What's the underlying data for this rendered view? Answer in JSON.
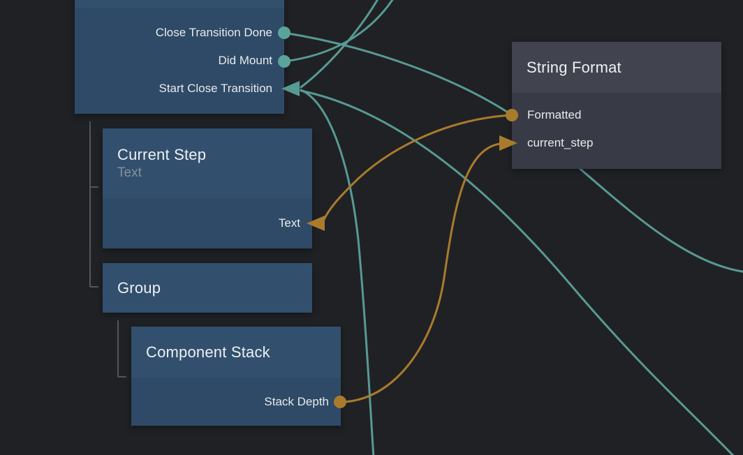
{
  "canvas": {
    "type": "node-graph-editor",
    "background": "#202125"
  },
  "palette": {
    "signal_wire_teal": "#579a93",
    "data_wire_orange": "#a97b2d",
    "node_header_blue": "#32506e",
    "node_body_blue": "#2e4a66",
    "node_header_gray": "#41444f",
    "node_body_gray": "#383b45",
    "hierarchy_line_gray": "#54555a",
    "title_text": "#edf0f2",
    "port_text": "#e8eaec",
    "subtitle_text": "#87909a"
  },
  "nodes": [
    {
      "id": "top-partial-node",
      "title": "",
      "ports": [
        {
          "label": "Close Transition Done",
          "marker": "circle",
          "wire": "signal"
        },
        {
          "label": "Did Mount",
          "marker": "circle",
          "wire": "signal"
        },
        {
          "label": "Start Close Transition",
          "marker": "arrow-in",
          "wire": "signal"
        }
      ]
    },
    {
      "id": "current-step",
      "title": "Current Step",
      "subtitle": "Text",
      "ports": [
        {
          "label": "Text",
          "marker": "arrow-in",
          "wire": "data"
        }
      ]
    },
    {
      "id": "group",
      "title": "Group",
      "ports": []
    },
    {
      "id": "component-stack",
      "title": "Component Stack",
      "ports": [
        {
          "label": "Stack Depth",
          "marker": "circle",
          "wire": "data"
        }
      ]
    },
    {
      "id": "string-format",
      "title": "String Format",
      "ports": [
        {
          "label": "Formatted",
          "marker": "circle",
          "wire": "data"
        },
        {
          "label": "current_step",
          "marker": "arrow-in",
          "wire": "data"
        }
      ]
    }
  ],
  "hierarchy": {
    "top-partial-node": [
      "current-step",
      "group"
    ],
    "group": [
      "component-stack"
    ]
  },
  "connections": [
    {
      "from": "component-stack.Stack Depth",
      "to": "string-format.current_step",
      "wire": "data"
    },
    {
      "from": "string-format.Formatted",
      "to": "current-step.Text",
      "wire": "data"
    },
    {
      "from": "top-partial-node.Close Transition Done",
      "to": "offscreen-right",
      "wire": "signal"
    },
    {
      "from": "top-partial-node.Did Mount",
      "to": "offscreen-top",
      "wire": "signal"
    },
    {
      "from": "offscreen-top",
      "to": "top-partial-node.Start Close Transition",
      "wire": "signal"
    },
    {
      "from": "offscreen-bottom",
      "to": "top-partial-node.Start Close Transition",
      "wire": "signal"
    },
    {
      "from": "offscreen-bottom-right",
      "to": "top-partial-node.Start Close Transition",
      "wire": "signal"
    }
  ]
}
